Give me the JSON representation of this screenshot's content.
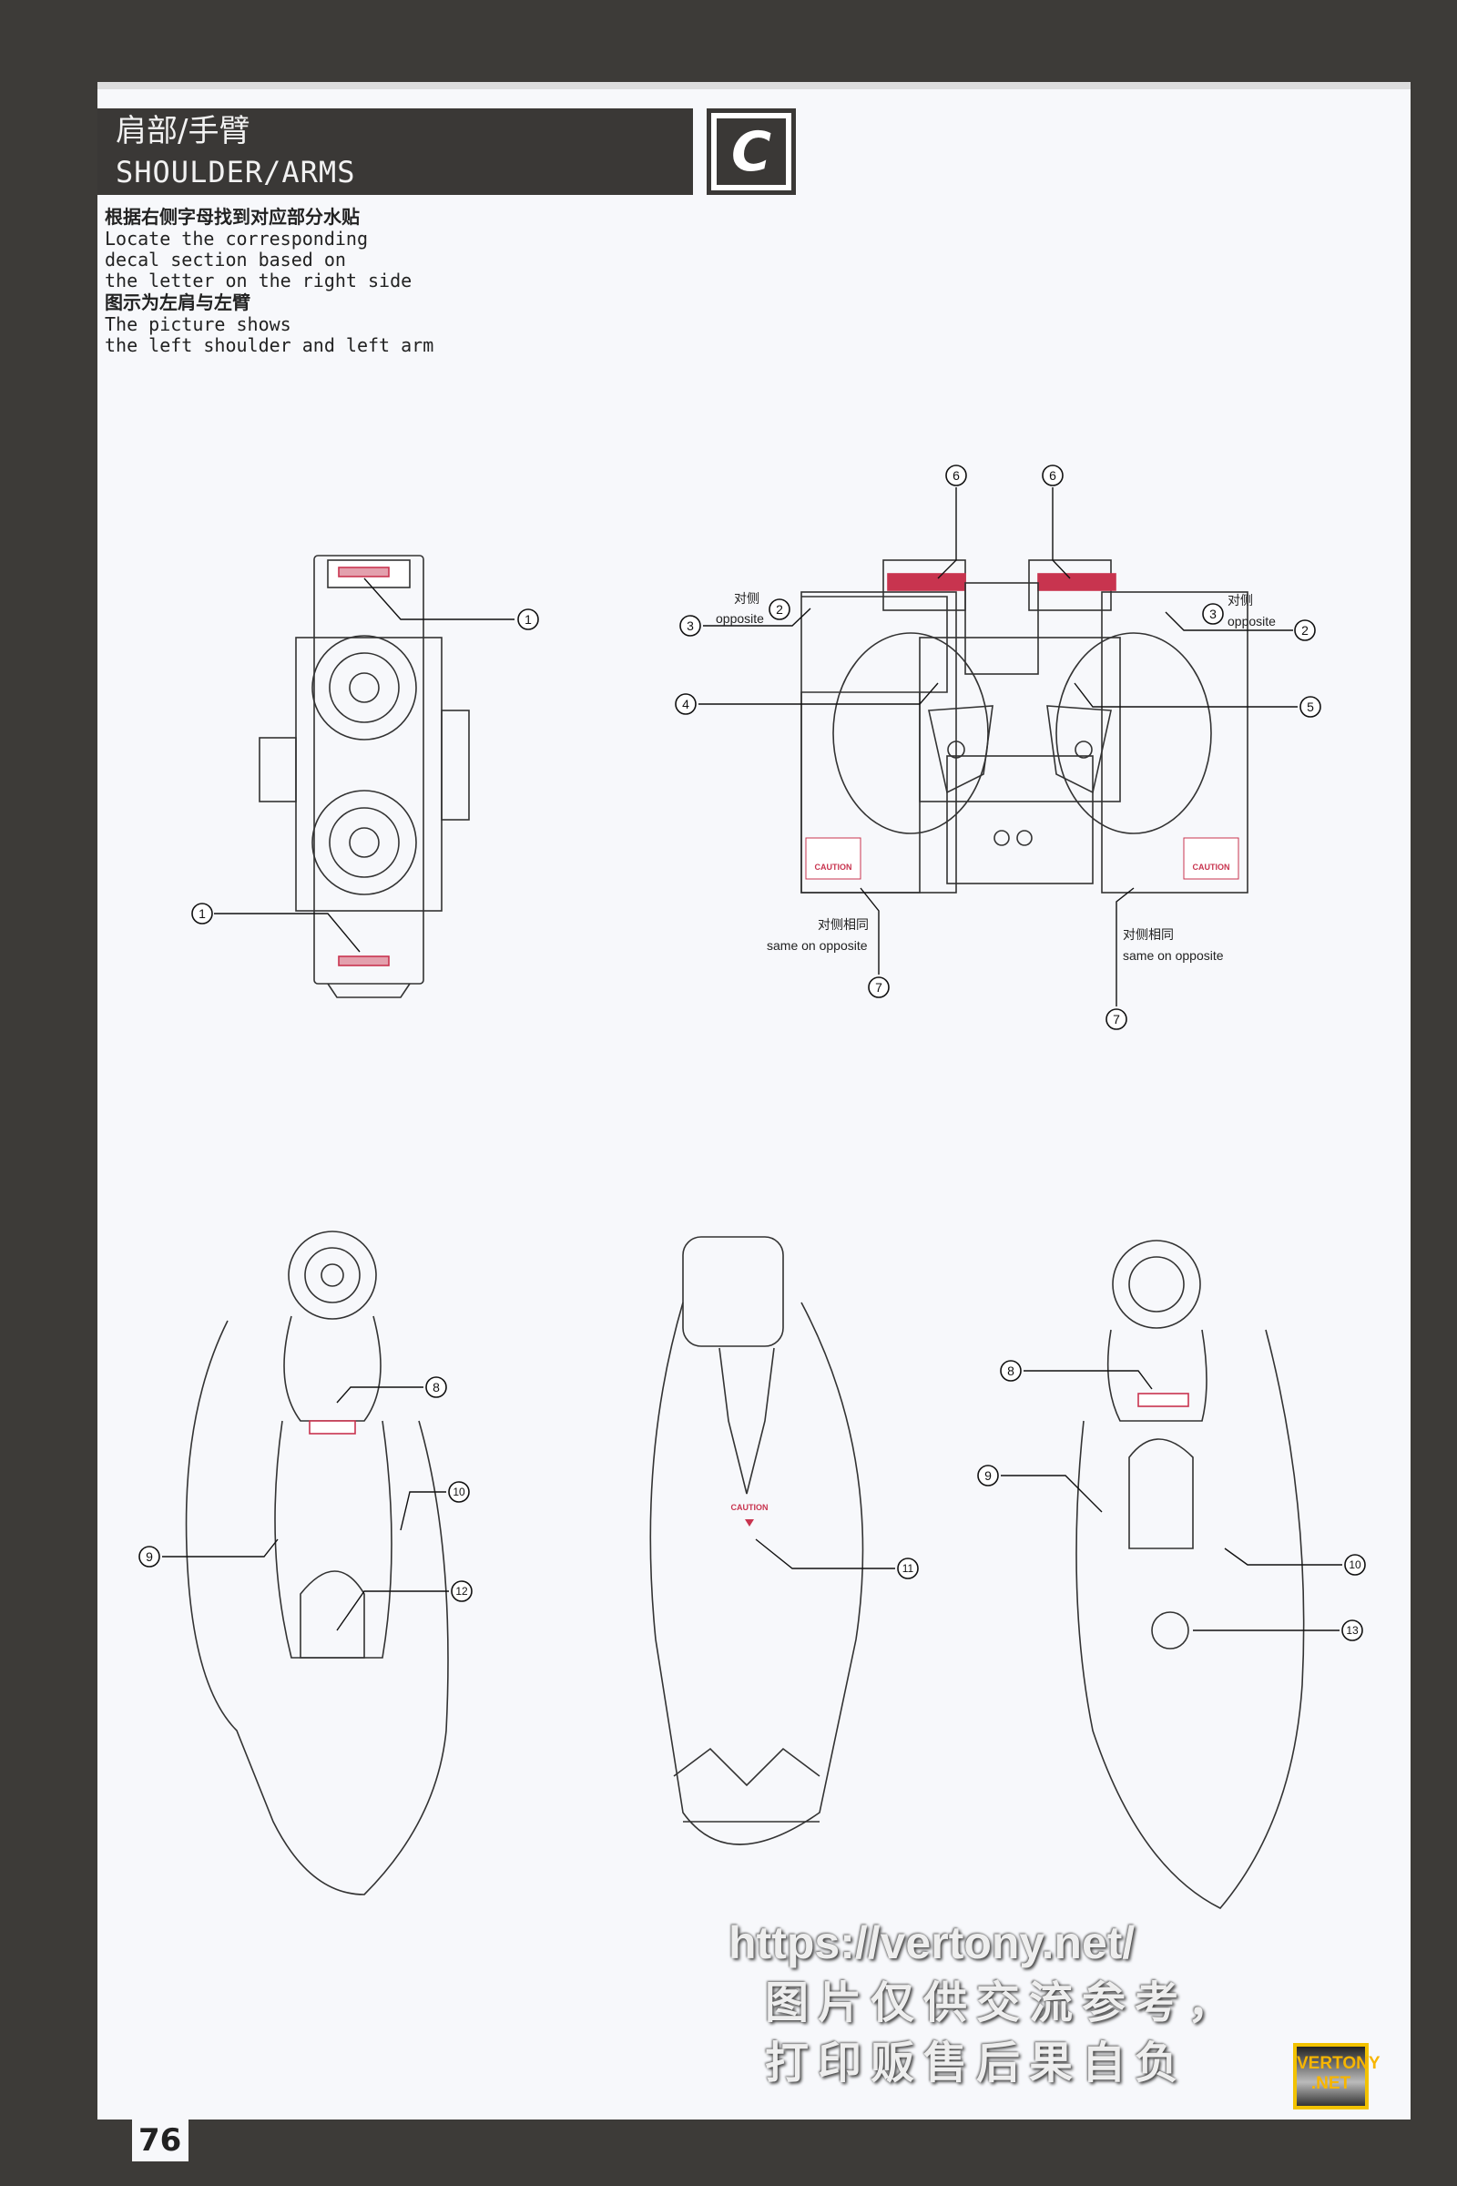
{
  "header": {
    "title_cn": "肩部/手臂",
    "title_en": "SHOULDER/ARMS",
    "section_letter": "C"
  },
  "instructions": {
    "line1_cn": "根据右侧字母找到对应部分水贴",
    "line1_en": [
      "Locate the corresponding",
      "decal section based on",
      "the letter on the right side"
    ],
    "line2_cn": "图示为左肩与左臂",
    "line2_en": [
      "The picture shows",
      "the left shoulder and left arm"
    ]
  },
  "callouts": {
    "n1": "1",
    "n2": "2",
    "n3": "3",
    "n4": "4",
    "n5": "5",
    "n6": "6",
    "n7": "7",
    "n8": "8",
    "n9": "9",
    "n10": "10",
    "n11": "11",
    "n12": "12",
    "n13": "13"
  },
  "notes": {
    "opposite_cn": "对侧",
    "opposite_en": "opposite",
    "same_cn": "对侧相同",
    "same_en": "same on opposite"
  },
  "decals": {
    "caution": "CAUTION"
  },
  "page_number": "76",
  "logo": {
    "line1": "VERTONY",
    "line2": ".NET"
  },
  "watermark": {
    "line1": "https://vertony.net/",
    "line2": "图片仅供交流参考，",
    "line3": "打印贩售后果自负"
  },
  "colors": {
    "decal_red": "#c8344f",
    "header_bg": "#3a3836",
    "border": "#3d3b38"
  }
}
